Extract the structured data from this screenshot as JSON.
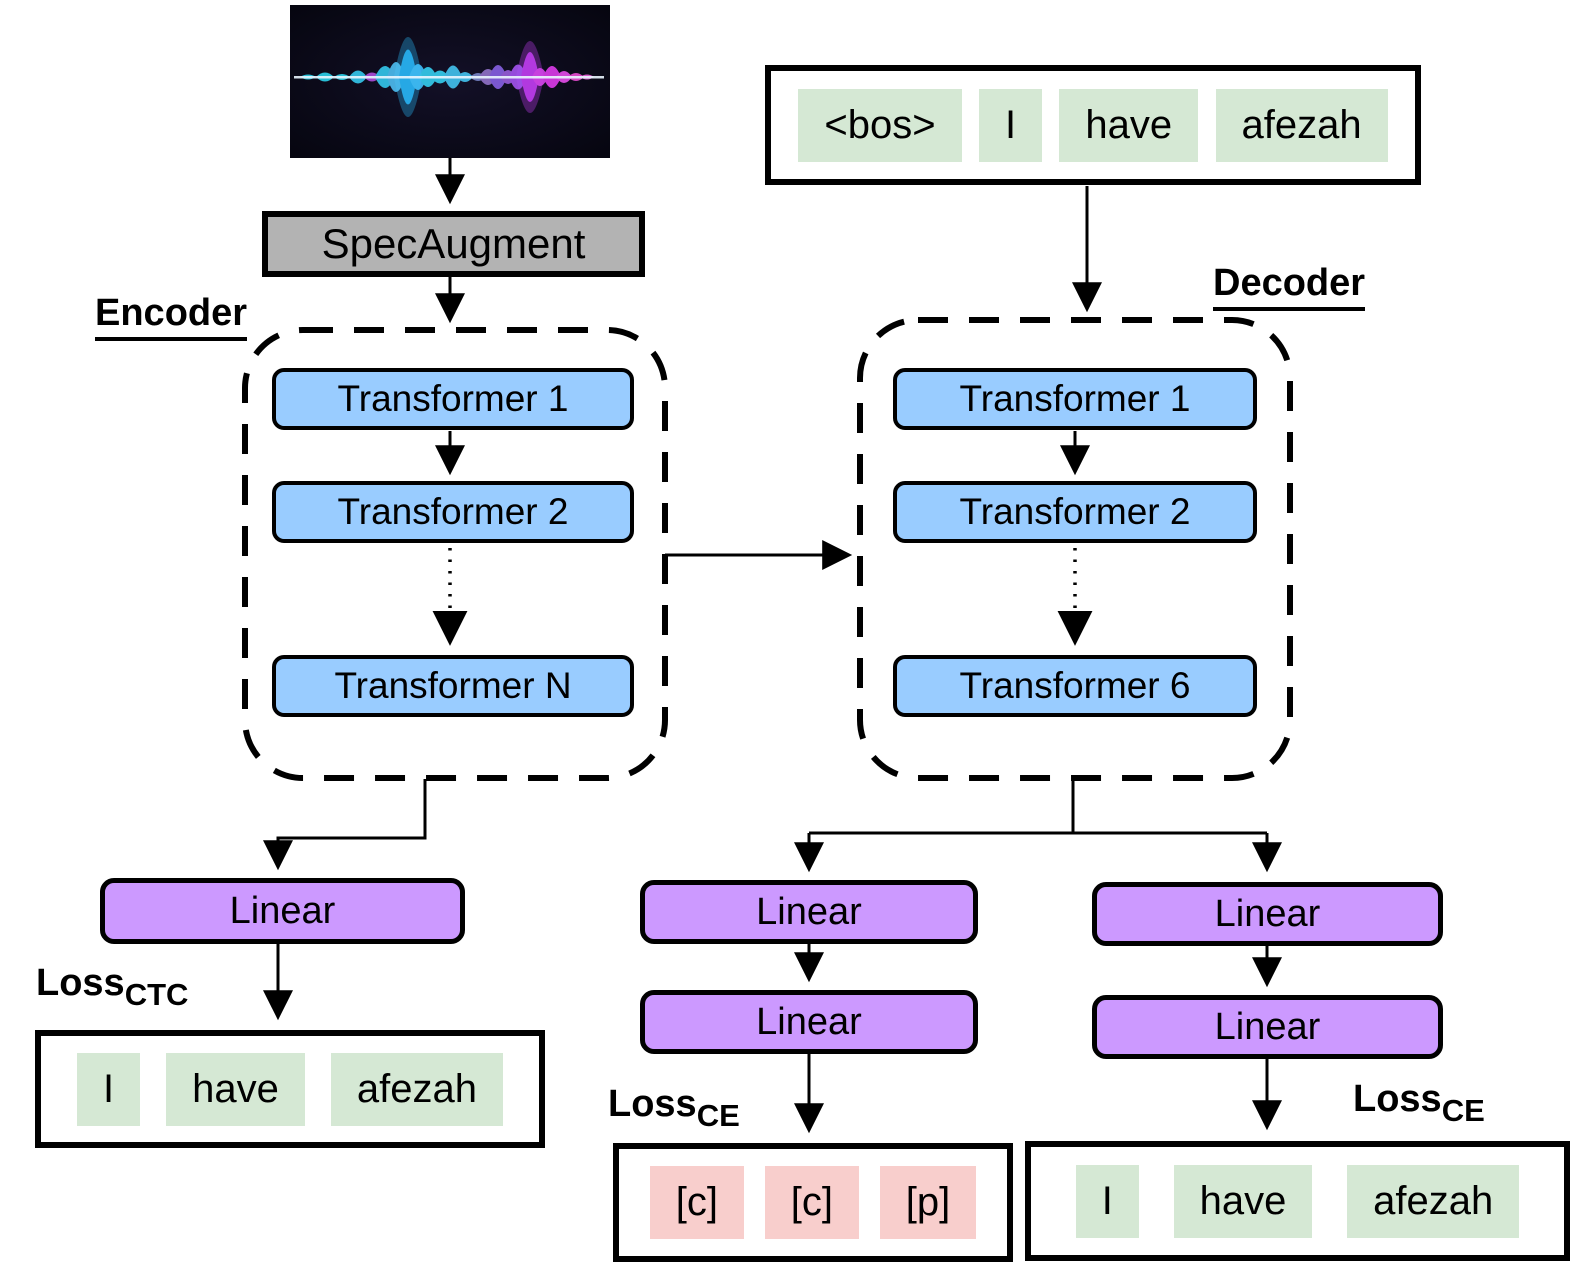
{
  "pipeline": {
    "input_icon": "audio-waveform",
    "specaugment_label": "SpecAugment",
    "linear_label": "Linear",
    "encoder": {
      "label": "Encoder",
      "layers": [
        "Transformer 1",
        "Transformer 2",
        "Transformer N"
      ]
    },
    "decoder": {
      "label": "Decoder",
      "layers": [
        "Transformer 1",
        "Transformer 2",
        "Transformer 6"
      ]
    }
  },
  "tokens": {
    "decoder_input": [
      "<bos>",
      "I",
      "have",
      "afezah"
    ],
    "ctc_output": [
      "I",
      "have",
      "afezah"
    ],
    "ce_output_mid": [
      "[c]",
      "[c]",
      "[p]"
    ],
    "ce_output_right": [
      "I",
      "have",
      "afezah"
    ]
  },
  "losses": {
    "base": "Loss",
    "ctc_sub": "CTC",
    "ce_sub": "CE"
  },
  "colors": {
    "transformer_block": "#99ccff",
    "linear_block": "#cc99ff",
    "specaugment_block": "#b3b3b3",
    "token_green": "#d5e8d4",
    "token_pink": "#f8cecc",
    "line": "#000000"
  }
}
